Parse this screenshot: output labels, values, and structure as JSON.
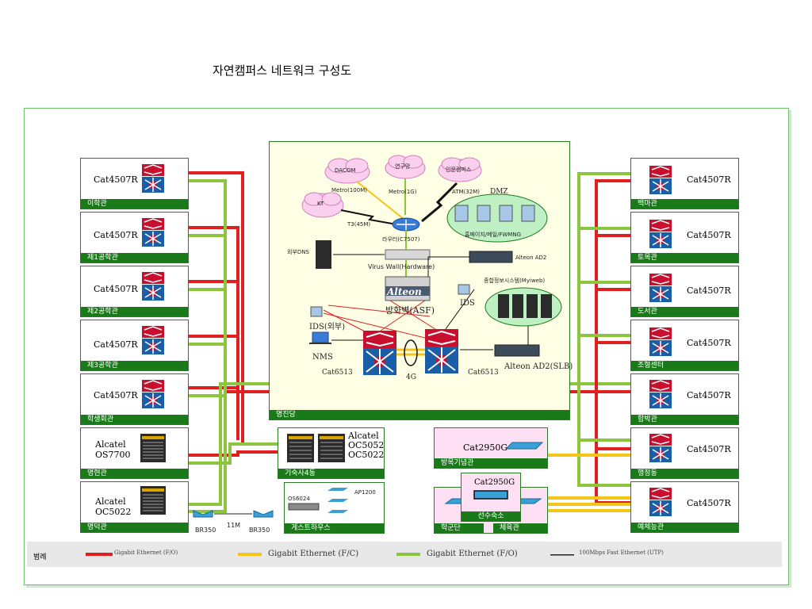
{
  "title": "자연캠퍼스 네트워크 구성도",
  "left_buildings": [
    {
      "device": "Cat4507R",
      "name": "이학관"
    },
    {
      "device": "Cat4507R",
      "name": "제1공학관"
    },
    {
      "device": "Cat4507R",
      "name": "제2공학관"
    },
    {
      "device": "Cat4507R",
      "name": "제3공학관"
    },
    {
      "device": "Cat4507R",
      "name": "학생회관"
    },
    {
      "device": "Alcatel\nOS7700",
      "name": "명현관"
    },
    {
      "device": "Alcatel\nOC5022",
      "name": "명덕관"
    }
  ],
  "right_buildings": [
    {
      "device": "Cat4507R",
      "name": "백마관"
    },
    {
      "device": "Cat4507R",
      "name": "토목관"
    },
    {
      "device": "Cat4507R",
      "name": "도서관"
    },
    {
      "device": "Cat4507R",
      "name": "조형센터"
    },
    {
      "device": "Cat4507R",
      "name": "함박관"
    },
    {
      "device": "Cat4507R",
      "name": "행정동"
    },
    {
      "device": "Cat4507R",
      "name": "예체능관"
    }
  ],
  "center": {
    "caption": "명진당",
    "clouds": {
      "dacom": "DACOM",
      "research": "연구망",
      "humanities": "인문캠퍼스",
      "kt": "KT"
    },
    "links": {
      "metro100": "Metro(100M)",
      "metro1g": "Metro(1G)",
      "atm": "ATM(32M)",
      "t3": "T3(45M)"
    },
    "router": "라우터(C7507)",
    "external_dns": "외부DNS",
    "virus_wall": "Virus Wall(Hardware)",
    "dmz": "DMZ",
    "dmz_servers": "홈페이지/메일/FWMNG",
    "alteon_ad2": "Alteon AD2",
    "firewall_brand": "Alteon",
    "firewall": "방화벽(ASF)",
    "ids_internal": "IDS",
    "server_farm": "종합정보시스템(Myiweb)",
    "ids_external": "IDS(외부)",
    "nms": "NMS",
    "core_left": "Cat6513",
    "core_right": "Cat6513",
    "core_link": "4G",
    "alteon_slb": "Alteon AD2(SLB)"
  },
  "dorm4": {
    "name": "기숙사4동",
    "device": "Alcatel\nOC5052\nOC5022"
  },
  "guesthouse": {
    "name": "게스트하우스",
    "switch": "OS6024",
    "ap": "AP1200"
  },
  "bridge": {
    "left": "BR350",
    "right": "BR350",
    "speed": "11M"
  },
  "memorial": {
    "name": "방목기념관",
    "device": "Cat2950G"
  },
  "dorm_sunsu": {
    "name": "선수숙소",
    "device": "Cat2950G"
  },
  "haksgundan": {
    "name": "학군단"
  },
  "gym": {
    "name": "체육관"
  },
  "legend": {
    "title": "범례",
    "items": [
      {
        "label": "Gigabit Ethernet (F/O)",
        "color": "#e02020"
      },
      {
        "label": "Gigabit Ethernet (F/C)",
        "color": "#f5c518"
      },
      {
        "label": "Gigabit Ethernet (F/O)",
        "color": "#8cc63f"
      },
      {
        "label": "100Mbps Fast Ethernet (UTP)",
        "color": "#222222"
      }
    ]
  }
}
